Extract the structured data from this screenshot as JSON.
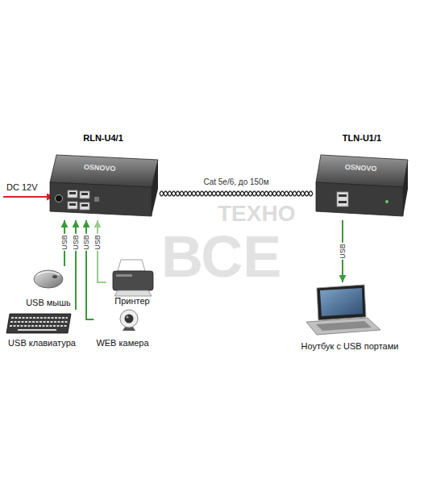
{
  "diagram": {
    "nodes": [
      {
        "text": [
          "RLN-U4/1"
        ]
      },
      {
        "text": [
          "TLN-U1/1"
        ]
      },
      {
        "text": [
          "USB мышь"
        ]
      },
      {
        "text": [
          "Принтер"
        ]
      },
      {
        "text": [
          "USB клавиатура"
        ]
      },
      {
        "text": [
          "WEB камера"
        ]
      },
      {
        "text": [
          "Ноутбук с USB портами"
        ]
      }
    ],
    "edges": [
      {
        "from": 0,
        "to": 1,
        "label": "Cat 5e/6, до 150м",
        "arrow": "none"
      },
      {
        "from": 2,
        "to": 0,
        "label": "USB",
        "arrow": "to"
      },
      {
        "from": 4,
        "to": 0,
        "label": "USB",
        "arrow": "to"
      },
      {
        "from": 5,
        "to": 0,
        "label": "USB",
        "arrow": "to"
      },
      {
        "from": 3,
        "to": 0,
        "label": "USB",
        "arrow": "to"
      },
      {
        "from": 1,
        "to": 6,
        "label": "USB",
        "arrow": "to"
      }
    ],
    "labels": [
      "DC 12V",
      "OSNOVO",
      "OSNOVO",
      "ТЕХНО",
      "ВСЕ"
    ]
  }
}
